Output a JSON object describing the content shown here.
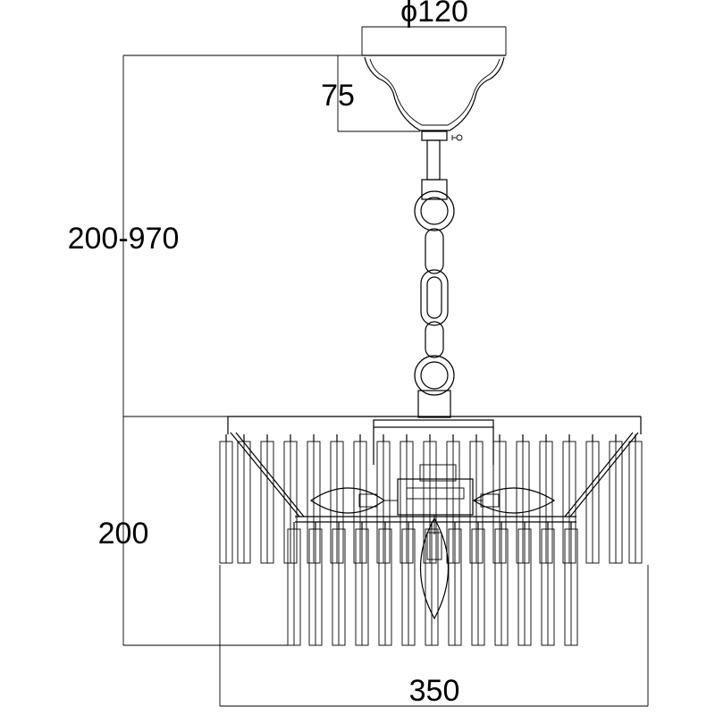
{
  "dimensions": {
    "canopy_diameter": "ϕ120",
    "canopy_height": "75",
    "total_height": "200-970",
    "body_height": "200",
    "body_width": "350"
  }
}
